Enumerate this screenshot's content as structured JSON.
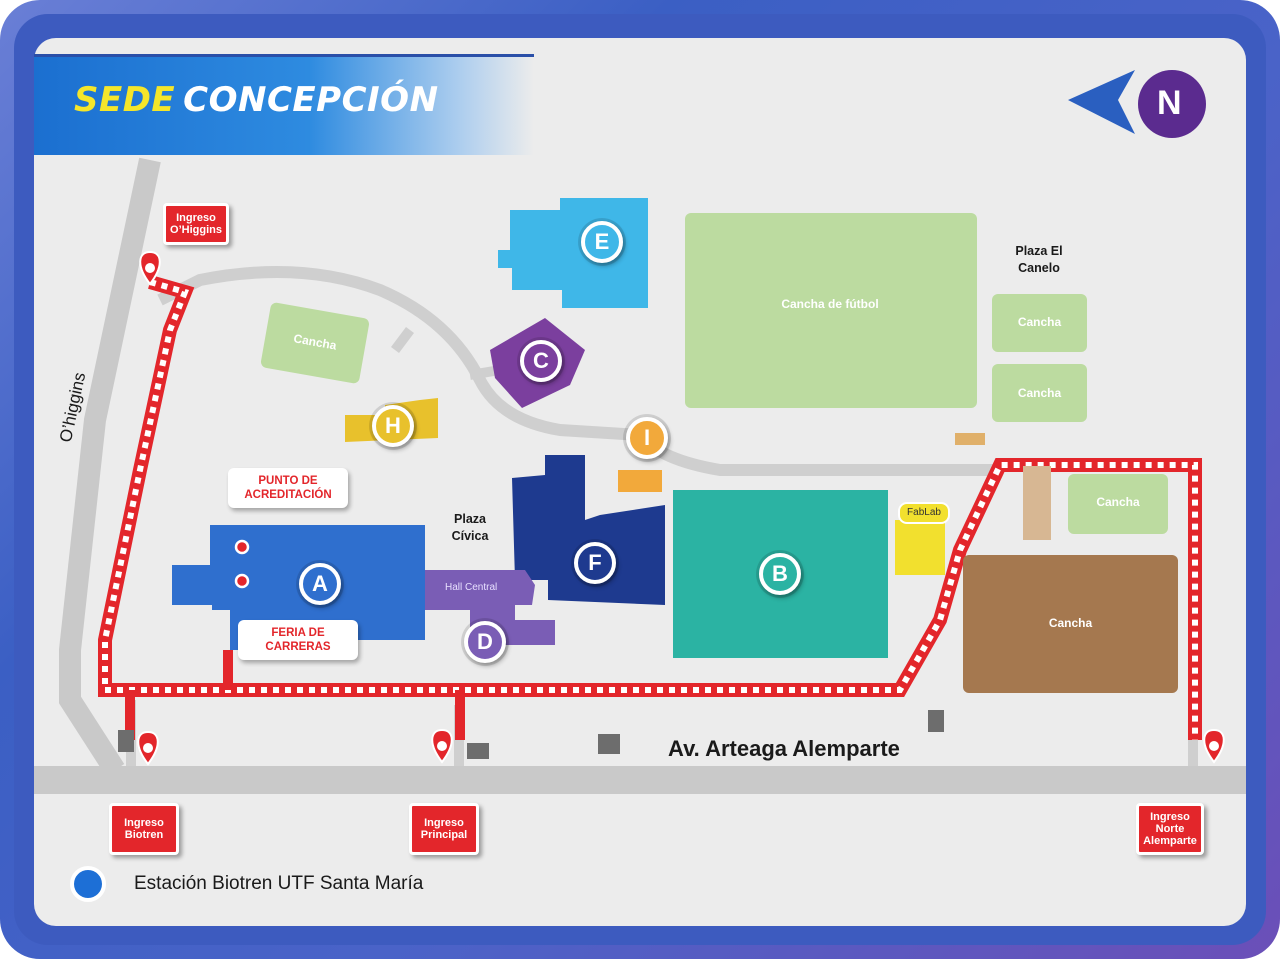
{
  "header": {
    "title_part1": "SEDE",
    "title_part2": "CONCEPCIÓN"
  },
  "compass": {
    "label": "N"
  },
  "streets": {
    "main_avenue": "Av. Arteaga Alemparte",
    "side_street": "O’higgins"
  },
  "entrances": [
    {
      "id": "ohiggins",
      "label": "Ingreso O’Higgins"
    },
    {
      "id": "biotren",
      "label": "Ingreso Biotren"
    },
    {
      "id": "principal",
      "label": "Ingreso Principal"
    },
    {
      "id": "norte",
      "label": "Ingreso Norte Alemparte"
    }
  ],
  "buildings": [
    {
      "letter": "A",
      "color": "#2f6fce"
    },
    {
      "letter": "B",
      "color": "#2bb3a3"
    },
    {
      "letter": "C",
      "color": "#7b3f9e"
    },
    {
      "letter": "D",
      "color": "#7a5db5"
    },
    {
      "letter": "E",
      "color": "#3fb7e8"
    },
    {
      "letter": "F",
      "color": "#1e3a8f"
    },
    {
      "letter": "H",
      "color": "#e8c12c"
    },
    {
      "letter": "I",
      "color": "#f2a93b"
    }
  ],
  "areas": {
    "cancha": "Cancha",
    "cancha_futbol": "Cancha de fútbol",
    "plaza_canelo": "Plaza El Canelo",
    "plaza_civica": "Plaza Cívica",
    "hall_central": "Hall Central",
    "fablab": "FabLab"
  },
  "tags": {
    "acreditacion": "PUNTO DE ACREDITACIÓN",
    "feria": "FERIA DE CARRERAS"
  },
  "legend": {
    "station": "Estación Biotren UTF  Santa María"
  },
  "colors": {
    "route": "#e3262b",
    "frame": "#3d5bbf",
    "banner": "#1b6fd0",
    "field": "#bcdba0"
  }
}
